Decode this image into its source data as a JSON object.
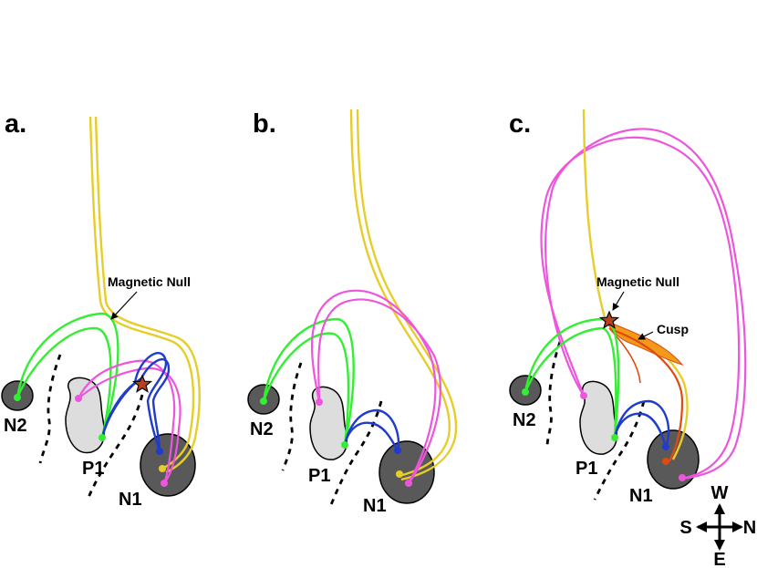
{
  "panels": [
    {
      "label": "a.",
      "regions": {
        "n2": "N2",
        "p1": "P1",
        "n1": "N1"
      },
      "annotation": "Magnetic Null"
    },
    {
      "label": "b.",
      "regions": {
        "n2": "N2",
        "p1": "P1",
        "n1": "N1"
      }
    },
    {
      "label": "c.",
      "regions": {
        "n2": "N2",
        "p1": "P1",
        "n1": "N1"
      },
      "annotation": "Magnetic Null",
      "cusp": "Cusp"
    }
  ],
  "compass": {
    "up": "W",
    "left": "S",
    "right": "N",
    "down": "E"
  },
  "colors": {
    "open_field": "#e7cd2a",
    "green_loops": "#33ee33",
    "magenta_loops": "#ee55dd",
    "blue_loops": "#1f3ccc",
    "null_star": "#b8401d",
    "negative_polarity": "#595959",
    "positive_polarity": "#dddddd",
    "cusp_fill": "#f29a1a"
  }
}
